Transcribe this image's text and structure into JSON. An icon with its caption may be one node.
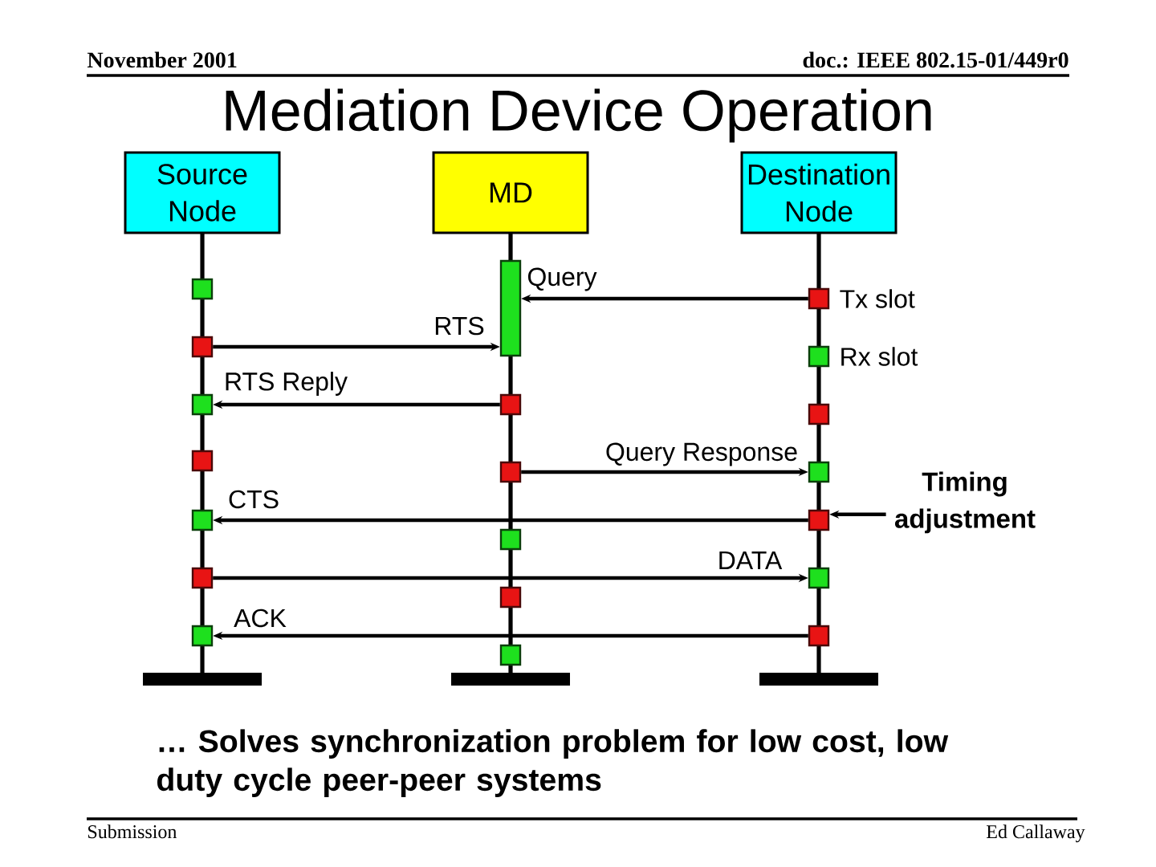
{
  "diagram": {
    "title": "Mediation Device Operation",
    "caption": "… Solves synchronization problem for low cost, low duty cycle peer-peer systems",
    "nodes": [
      {
        "text": [
          "Source Node"
        ]
      },
      {
        "text": [
          "MD"
        ]
      },
      {
        "text": [
          "Destination Node"
        ]
      },
      {
        "text": [],
        "shape": "bar"
      },
      {
        "text": [],
        "shape": "box"
      },
      {
        "text": [],
        "shape": "box",
        "beside": [
          "Tx slot"
        ]
      },
      {
        "text": [],
        "shape": "box"
      },
      {
        "text": [],
        "shape": "box",
        "beside": [
          "Rx slot"
        ]
      },
      {
        "text": [],
        "shape": "box"
      },
      {
        "text": [],
        "shape": "box"
      },
      {
        "text": [],
        "shape": "box"
      },
      {
        "text": [],
        "shape": "box"
      },
      {
        "text": [],
        "shape": "box"
      },
      {
        "text": [],
        "shape": "box"
      },
      {
        "text": [
          "Timing adjustment"
        ]
      },
      {
        "text": [],
        "shape": "box"
      },
      {
        "text": [],
        "shape": "box"
      },
      {
        "text": [],
        "shape": "box"
      },
      {
        "text": [],
        "shape": "box"
      },
      {
        "text": [],
        "shape": "box"
      },
      {
        "text": [],
        "shape": "box"
      },
      {
        "text": [],
        "shape": "box"
      },
      {
        "text": [],
        "shape": "box"
      },
      {
        "text": [],
        "shape": "box"
      }
    ],
    "edges": [
      {
        "from": 5,
        "to": 3,
        "arrow": "to",
        "label": "Query"
      },
      {
        "from": 6,
        "to": 3,
        "arrow": "to",
        "label": "RTS"
      },
      {
        "from": 9,
        "to": 8,
        "arrow": "to",
        "label": "RTS Reply"
      },
      {
        "from": 12,
        "to": 13,
        "arrow": "to",
        "label": "Query Response"
      },
      {
        "from": 16,
        "to": 15,
        "arrow": "to",
        "label": "CTS"
      },
      {
        "from": 18,
        "to": 19,
        "arrow": "to",
        "label": "DATA"
      },
      {
        "from": 22,
        "to": 21,
        "arrow": "to",
        "label": "ACK"
      },
      {
        "from": 14,
        "to": 16,
        "arrow": "to"
      }
    ],
    "labels": [
      "November 2001",
      "doc.: IEEE 802.15-01/449r0",
      "Submission",
      "Ed Callaway"
    ]
  }
}
